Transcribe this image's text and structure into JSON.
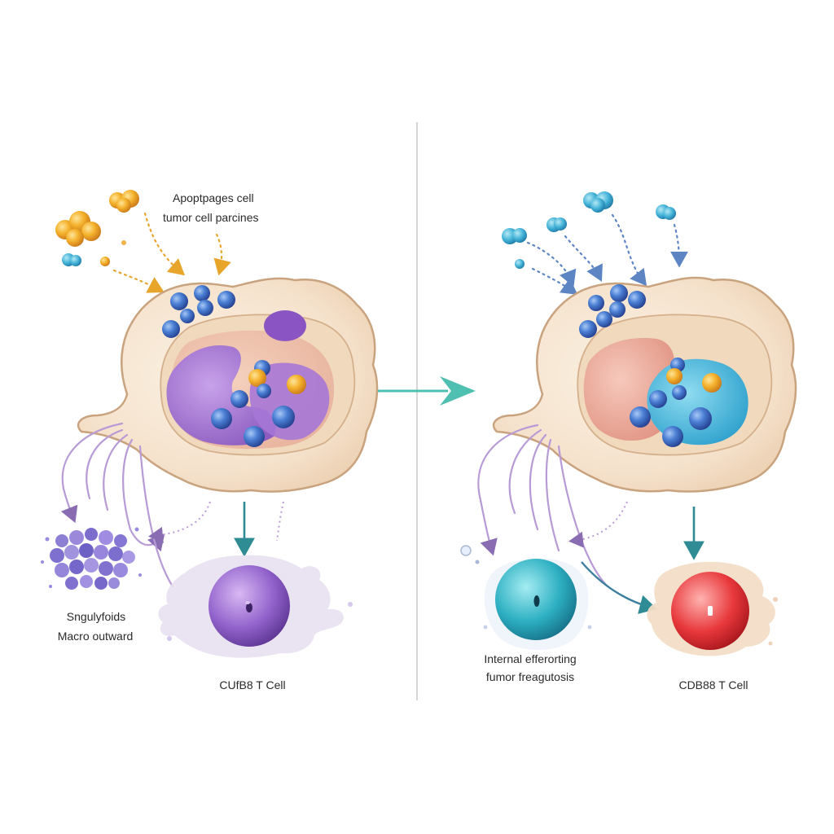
{
  "left_panel": {
    "top_label_line1": "Apoptpages cell",
    "top_label_line2": "tumor cell parcines",
    "bottom_left_line1": "Sngulyfoids",
    "bottom_left_line2": "Macro outward",
    "t_cell_label": "CUfB8 T Cell"
  },
  "right_panel": {
    "bottom_left_line1": "Internal efferorting",
    "bottom_left_line2": "fumor freagutosis",
    "t_cell_label": "CDB88 T Cell"
  },
  "colors": {
    "macrophage_fill": "#f6e6d2",
    "macrophage_edge": "#c9a27e",
    "purple_nucleus": "#9a6bc9",
    "teal_nucleus": "#3ab3d6",
    "pink_vacuole": "#eaa39a",
    "particle_blue": "#3f6fc9",
    "particle_orange": "#f0a21e",
    "arrow_teal": "#4fbfb0",
    "tcell_purple": "#8a5cc2",
    "tcell_teal": "#25a8b8",
    "tcell_red": "#e8383c"
  },
  "icons": {
    "transition": "right-arrow-icon"
  }
}
